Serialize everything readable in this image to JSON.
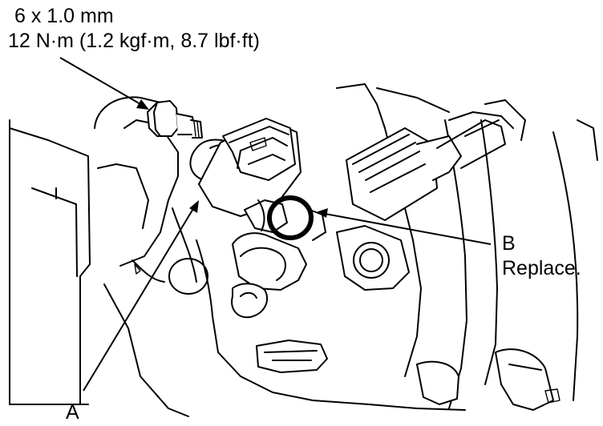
{
  "spec": {
    "size": "6 x 1.0 mm",
    "torque": "12 N·m (1.2 kgf·m, 8.7 lbf·ft)"
  },
  "callouts": {
    "a": {
      "letter": "A"
    },
    "b": {
      "letter": "B",
      "note": "Replace."
    }
  }
}
